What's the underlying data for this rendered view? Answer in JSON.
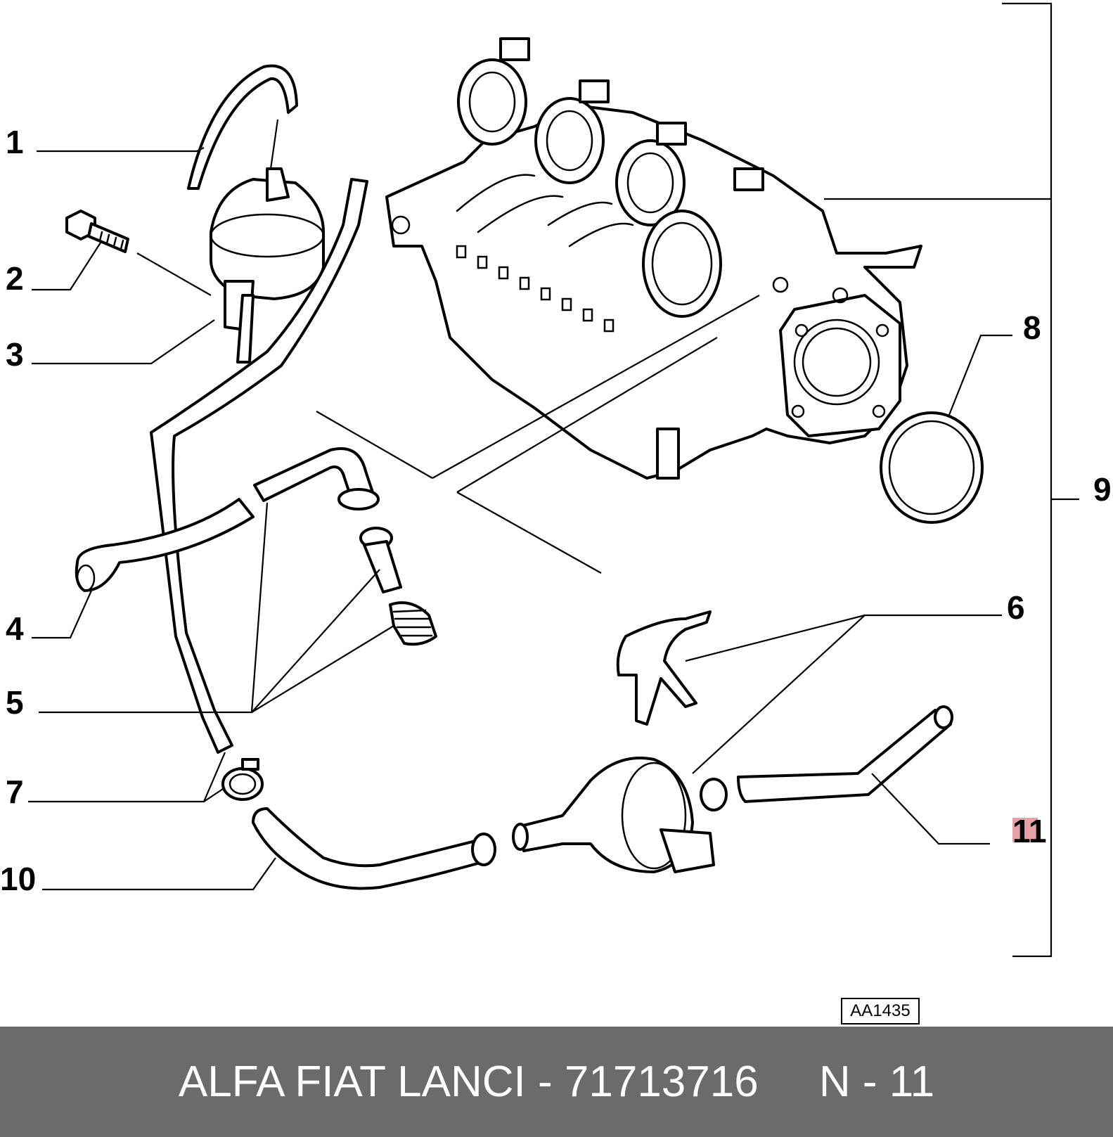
{
  "diagram": {
    "callouts": [
      "1",
      "2",
      "3",
      "4",
      "5",
      "6",
      "7",
      "8",
      "9",
      "10",
      "11"
    ],
    "highlighted_callout": "11",
    "reference_code": "AA1435"
  },
  "footer": {
    "brand": "ALFA FIAT LANCI",
    "separator": " - ",
    "part_number": "71713716",
    "position_label": "N - 11"
  }
}
